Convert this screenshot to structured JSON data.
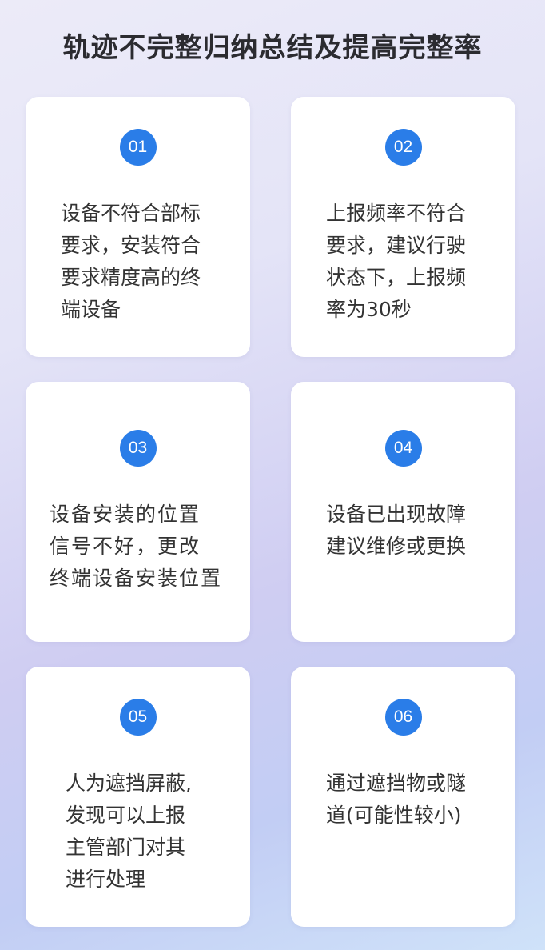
{
  "title": "轨迹不完整归纳总结及提高完整率",
  "colors": {
    "badge": "#2a7de8",
    "text": "#333333",
    "card": "#ffffff"
  },
  "cards": [
    {
      "number": "01",
      "text": "设备不符合部标\n要求，安装符合\n要求精度高的终\n端设备"
    },
    {
      "number": "02",
      "text": "上报频率不符合\n要求，建议行驶\n状态下，上报频\n率为30秒"
    },
    {
      "number": "03",
      "text": "设备安装的位置\n信号不好，更改\n终端设备安装位置"
    },
    {
      "number": "04",
      "text": "设备已出现故障\n建议维修或更换"
    },
    {
      "number": "05",
      "text": "人为遮挡屏蔽,\n发现可以上报\n主管部门对其\n进行处理"
    },
    {
      "number": "06",
      "text": "通过遮挡物或隧\n道(可能性较小)"
    }
  ]
}
